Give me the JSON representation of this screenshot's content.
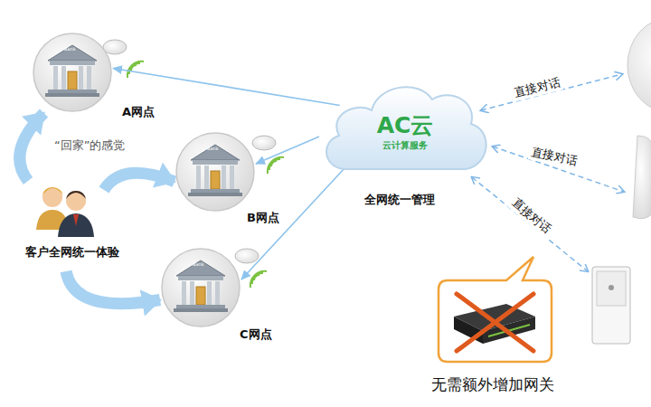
{
  "diagram": {
    "nodes": [
      {
        "text": [
          "A网点"
        ]
      },
      {
        "text": [
          "B网点"
        ]
      },
      {
        "text": [
          "C网点"
        ]
      },
      {
        "text": [
          "AC云",
          "云计算服务"
        ]
      },
      {
        "text": [
          "客户全网统一体验"
        ]
      },
      {
        "text": [
          "无需额外增加网关"
        ]
      }
    ],
    "edges": [
      {
        "from": 3,
        "to": 0,
        "arrow": "to"
      },
      {
        "from": 3,
        "to": 1,
        "arrow": "to"
      },
      {
        "from": 3,
        "to": 2,
        "arrow": "to"
      },
      {
        "from": 4,
        "to": 0,
        "arrow": "to"
      },
      {
        "from": 4,
        "to": 1,
        "arrow": "to"
      },
      {
        "from": 4,
        "to": 2,
        "arrow": "to"
      }
    ],
    "labels": [
      "“回家”的感觉",
      "全网统一管理",
      "直接对话",
      "直接对话",
      "直接对话",
      "Bank",
      "Bank",
      "Bank"
    ]
  }
}
